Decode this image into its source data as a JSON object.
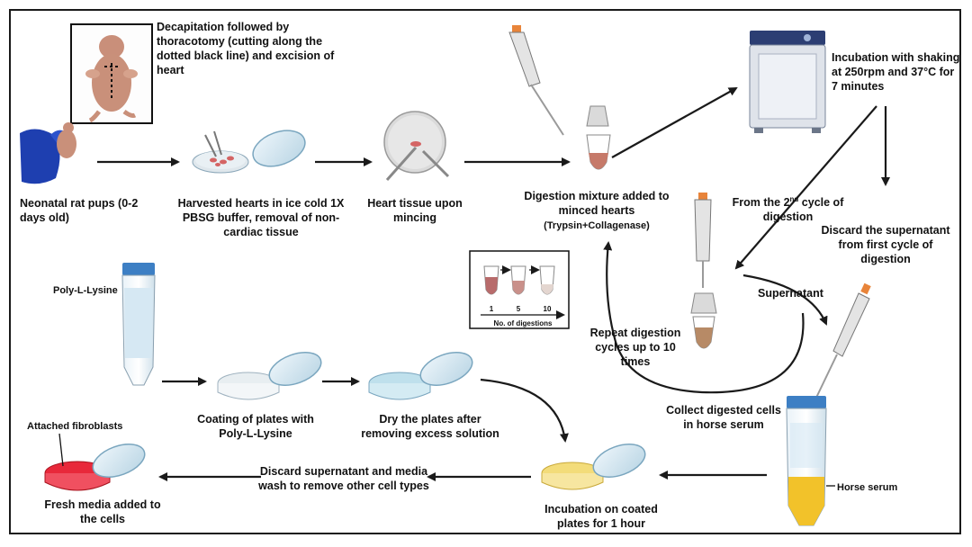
{
  "steps": {
    "decapitation": "Decapitation followed by thoracotomy (cutting along the dotted black line) and excision of heart",
    "pups": "Neonatal rat pups (0-2 days old)",
    "harvested": "Harvested hearts in ice cold 1X PBSG buffer, removal of non-cardiac tissue",
    "mincing": "Heart tissue upon mincing",
    "digestion_mixture": "Digestion mixture added to minced hearts",
    "digestion_enzymes": "(Trypsin+Collagenase)",
    "incubation": "Incubation with shaking at 250rpm and 37°C for 7 minutes",
    "second_cycle_a": "From the 2",
    "second_cycle_sup": "nd",
    "second_cycle_b": " cycle of digestion",
    "discard_first": "Discard the supernatant from first cycle of digestion",
    "supernatant": "Supernatant",
    "repeat": "Repeat digestion cycles up to 10 times",
    "collect": "Collect digested cells in horse serum",
    "horse_serum": "Horse serum",
    "poly_lysine": "Poly-L-Lysine",
    "coating": "Coating of plates with Poly-L-Lysine",
    "dry": "Dry the plates after removing excess solution",
    "incubation_coated": "Incubation on coated plates for 1 hour",
    "discard_wash": "Discard supernatant and media wash to remove other cell types",
    "fresh_media": "Fresh media added to the cells",
    "attached": "Attached fibroblasts"
  },
  "inset": {
    "tube_labels": [
      "1",
      "5",
      "10"
    ],
    "axis_label": "No. of digestions"
  },
  "colors": {
    "line": "#1a1a1a",
    "glove": "#1e3fb0",
    "rat": "#c9907a",
    "dish_glass": "#cfe3ee",
    "dish_rim": "#7aa6bf",
    "coating_fill": "#e8eef1",
    "dry_fill": "#bfe0ec",
    "coated_fill": "#f3dc7a",
    "fresh_media": "#e8283a",
    "tissue": "#d46464",
    "tube_blue": "#5ba3d6",
    "horse_serum": "#f2c22a",
    "incubator": "#dfe3ea"
  }
}
